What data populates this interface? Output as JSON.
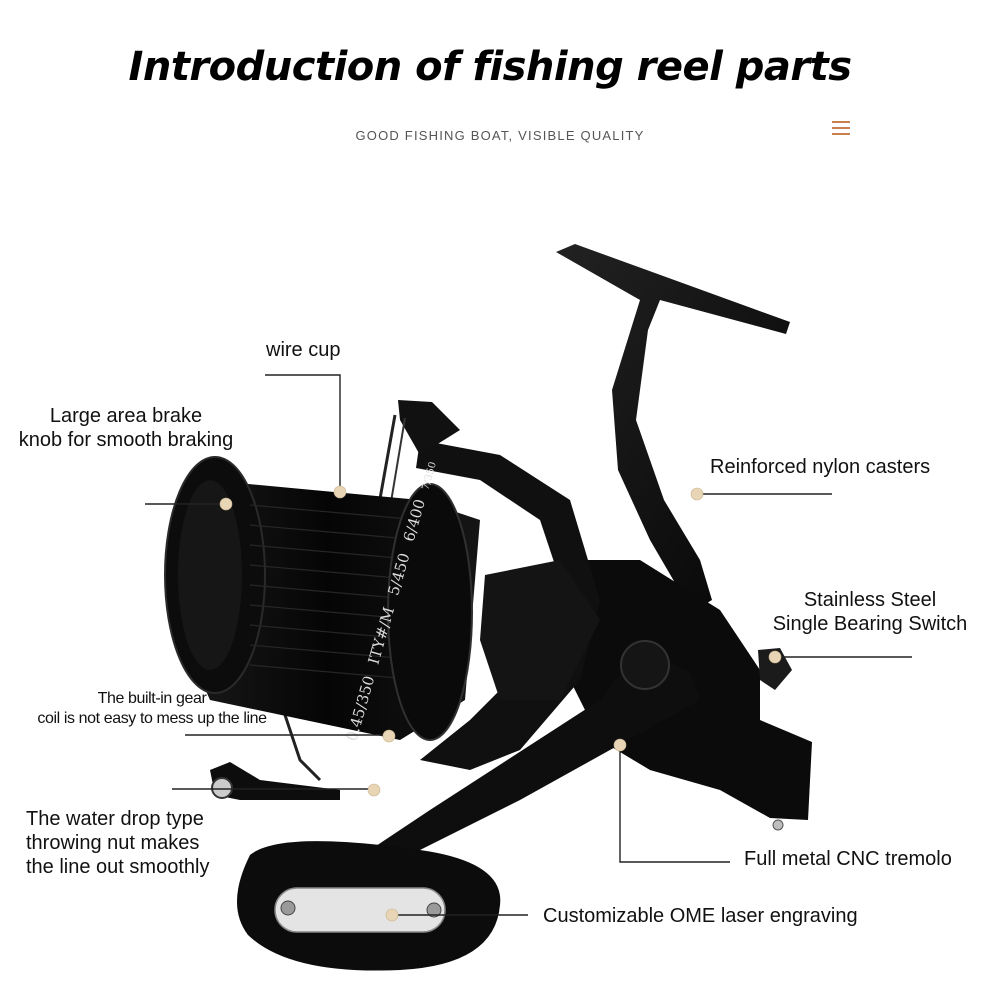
{
  "header": {
    "title": "Introduction of fishing reel parts",
    "subtitle": "GOOD FISHING BOAT, VISIBLE QUALITY"
  },
  "icons": {
    "menu": "hamburger-menu-icon"
  },
  "colors": {
    "accent": "#c9804f",
    "dot": "#e7d5b5",
    "reel": "#0c0c0c"
  },
  "reel": {
    "spool_text": [
      "0.45/350",
      "ITY#/M",
      "5/450",
      "6/400",
      "7/350"
    ]
  },
  "labels": {
    "wire_cup": "wire cup",
    "brake_knob": [
      "Large area brake",
      "knob for smooth braking"
    ],
    "casters": "Reinforced nylon casters",
    "bearing_switch": [
      "Stainless Steel",
      "Single Bearing Switch"
    ],
    "gear_coil": [
      "The built-in gear",
      "coil is not easy to mess up the line"
    ],
    "throwing_nut": [
      "The water drop type",
      "throwing nut makes",
      "the line out smoothly"
    ],
    "cnc_tremolo": "Full metal CNC tremolo",
    "laser_engraving": "Customizable OME laser engraving"
  }
}
